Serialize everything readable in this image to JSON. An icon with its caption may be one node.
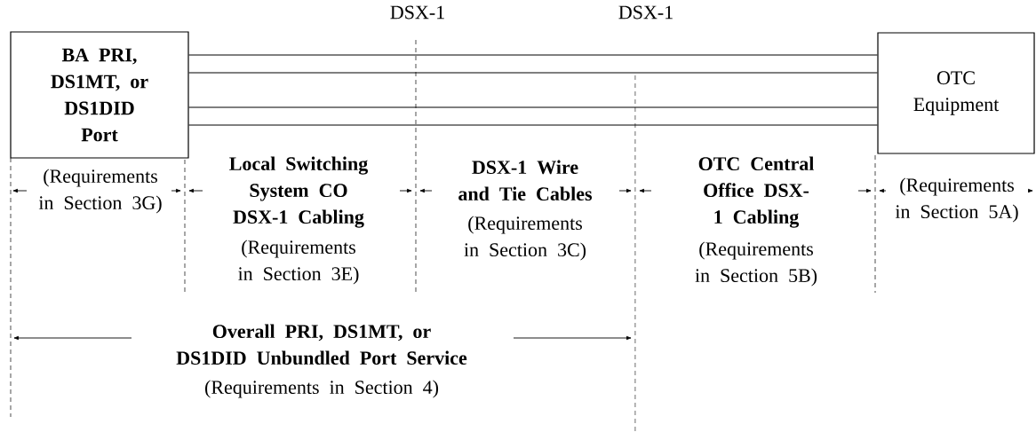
{
  "diagram": {
    "nodes": [
      {
        "text": [
          "BA PRI, DS1MT, or DS1DID Port"
        ]
      },
      {
        "text": [
          "OTC Equipment"
        ]
      }
    ],
    "edges": [
      {
        "from": 0,
        "to": 1,
        "arrow": "none"
      },
      {
        "from": 0,
        "to": 1,
        "arrow": "none"
      },
      {
        "from": 0,
        "to": 1,
        "arrow": "none"
      },
      {
        "from": 0,
        "to": 1,
        "arrow": "none"
      }
    ],
    "labels": [
      "DSX-1",
      "DSX-1",
      "(Requirements in Section 3G)",
      "Local Switching System CO DSX-1 Cabling",
      "(Requirements in Section 3E)",
      "DSX-1 Wire and Tie Cables",
      "(Requirements in Section 3C)",
      "OTC Central Office DSX-1 Cabling",
      "(Requirements in Section 5B)",
      "(Requirements in Section 5A)",
      "Overall PRI, DS1MT, or DS1DID Unbundled Port Service",
      "(Requirements in Section 4)"
    ]
  }
}
